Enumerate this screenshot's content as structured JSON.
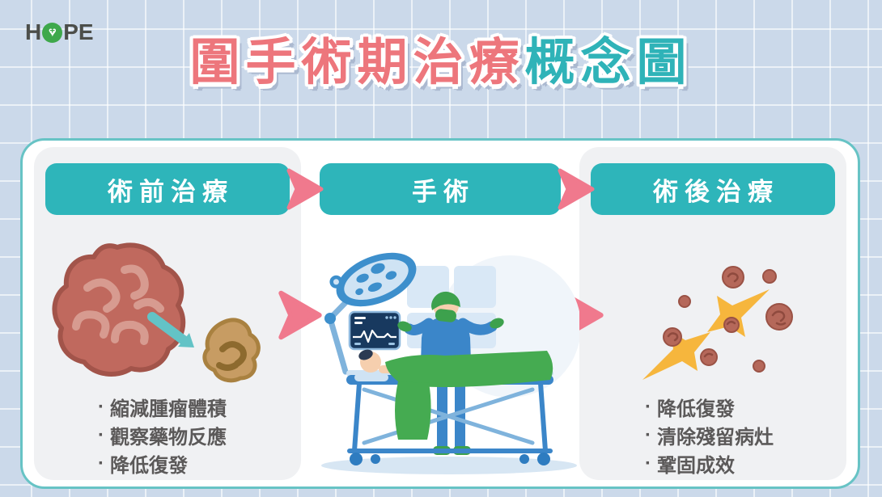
{
  "logo": {
    "prefix": "H",
    "suffix": "PE",
    "icon": "heart-cross-icon",
    "circle_color": "#3ea84b",
    "text_color": "#4c4e4a"
  },
  "title": {
    "highlight": "圍手術期治療",
    "rest": "概念圖",
    "highlight_color": "#ed767c",
    "rest_color": "#2fb3b8"
  },
  "ui": {
    "bullet_char": "·"
  },
  "flow": {
    "columns": [
      {
        "header": "術前治療",
        "illustration": "large-tumor-shrinks-to-small-tumor",
        "bullets": [
          "縮減腫瘤體積",
          "觀察藥物反應",
          "降低復發"
        ]
      },
      {
        "header": "手術",
        "illustration": "surgeon-operating-room-scene",
        "bullets": []
      },
      {
        "header": "術後治療",
        "illustration": "residual-tumor-fragments-destroyed",
        "bullets": [
          "降低復發",
          "清除殘留病灶",
          "鞏固成效"
        ]
      }
    ]
  },
  "colors": {
    "background": "#cbd9ea",
    "grid_line": "#ffffff",
    "frame_border": "#67c3c5",
    "frame_bg": "#ffffff",
    "panel_bg": "#f0f1f3",
    "header_bg": "#2eb5ba",
    "header_text": "#ffffff",
    "arrow_pink": "#f0798d",
    "bullet_text": "#5b5959",
    "tumor_red": "#c0695e",
    "tumor_tan": "#c79c63",
    "teal_arrow": "#63c3c6",
    "starburst_yellow": "#f6b63d",
    "scrubs_blue": "#3b86c9",
    "surgical_green": "#3da14d",
    "blanket_green": "#45ab51"
  }
}
